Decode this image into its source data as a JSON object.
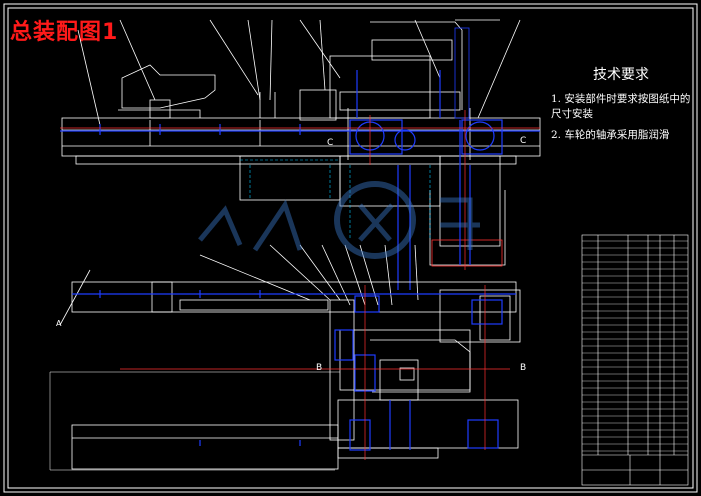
{
  "title": "总装配图1",
  "tech_requirements": {
    "heading": "技术要求",
    "items": [
      "1. 安装部件时要求按图纸中的尺寸安装",
      "2. 车轮的轴承采用脂润滑"
    ]
  },
  "section_markers": {
    "c_left": "C",
    "c_right": "C",
    "b_left": "B",
    "b_right": "B",
    "a_left": "A"
  },
  "colors": {
    "background": "#000000",
    "lines": "#ffffff",
    "hidden": "#00c8ff",
    "parts": "#1e3cff",
    "center": "#ff3030",
    "title": "#ff1a1a",
    "watermark": "#3a78c8"
  },
  "watermark_icon": "人人文库-logo"
}
